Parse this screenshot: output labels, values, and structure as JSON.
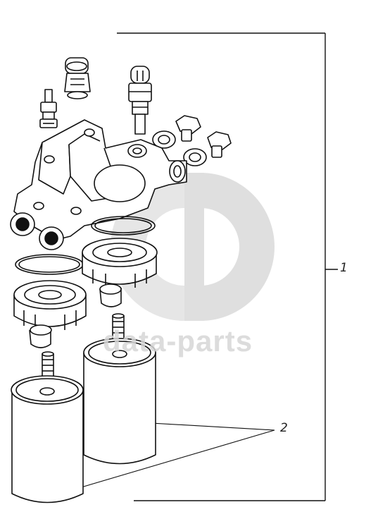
{
  "callouts": {
    "assembly": "1",
    "filter": "2"
  },
  "watermark": {
    "text": "data-parts"
  },
  "colors": {
    "ink": "#111111",
    "watermark": "#cfcfcf",
    "background": "#ffffff"
  }
}
